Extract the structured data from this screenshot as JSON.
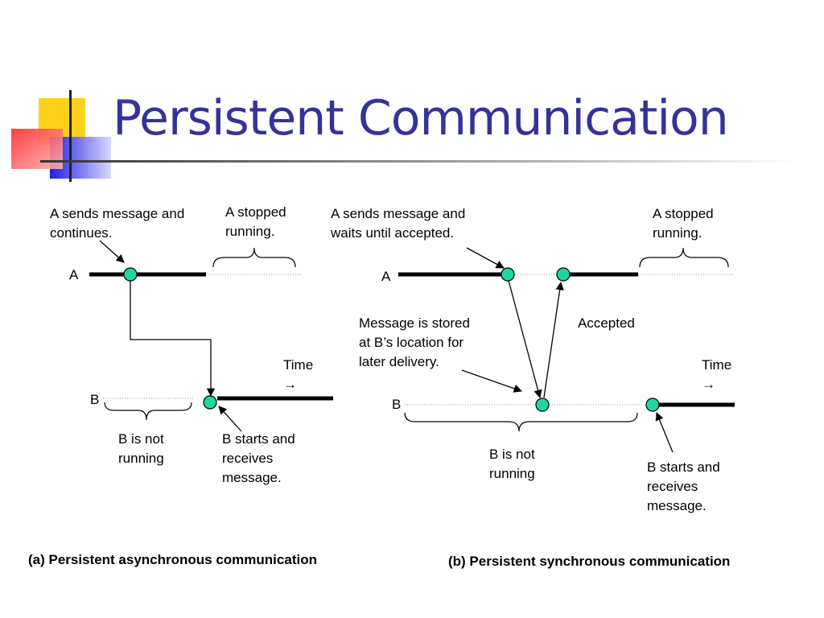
{
  "slide": {
    "title": "Persistent Communication",
    "colors": {
      "title": "#333399",
      "dot_fill": "#1fd6a0",
      "deco_yellow": "#ffd21a",
      "deco_blue": "#2a2ae0",
      "deco_red": "#ff3b3b"
    }
  },
  "diagram_a": {
    "row_a_label": "A",
    "row_b_label": "B",
    "note_a_sends": [
      "A sends message and",
      "continues."
    ],
    "note_a_stopped": [
      "A stopped",
      "running."
    ],
    "time_label": "Time",
    "time_arrow": "→",
    "note_b_not_running": [
      "B is not",
      "running"
    ],
    "note_b_starts": [
      "B starts and",
      "receives",
      "message."
    ],
    "caption": "(a) Persistent asynchronous communication"
  },
  "diagram_b": {
    "row_a_label": "A",
    "row_b_label": "B",
    "note_a_sends": [
      "A sends message and",
      "waits until accepted."
    ],
    "note_a_stopped": [
      "A stopped",
      "running."
    ],
    "note_stored": [
      "Message is stored",
      "at B’s location for",
      "later delivery."
    ],
    "note_accepted": "Accepted",
    "time_label": "Time",
    "time_arrow": "→",
    "note_b_not_running": [
      "B is not",
      "running"
    ],
    "note_b_starts": [
      "B starts and",
      "receives",
      "message."
    ],
    "caption": "(b) Persistent synchronous communication"
  }
}
